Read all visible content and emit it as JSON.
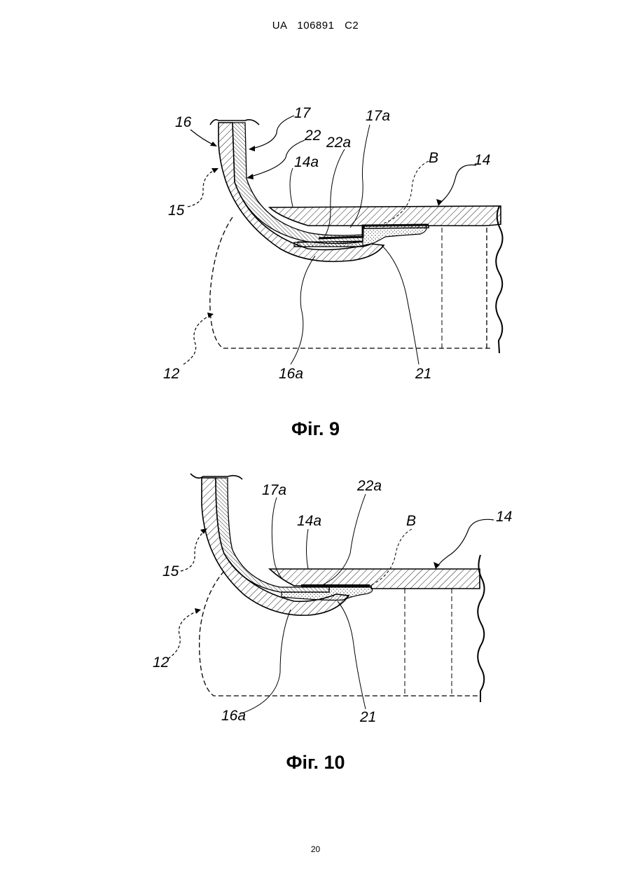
{
  "header": {
    "text": "UA   106891   C2"
  },
  "figures": [
    {
      "caption": "Фіг. 9",
      "labels": {
        "l16": "16",
        "l17": "17",
        "l22": "22",
        "l22a": "22a",
        "l17a": "17a",
        "l14a": "14a",
        "lB": "B",
        "l14": "14",
        "l15": "15",
        "l12": "12",
        "l16a": "16a",
        "l21": "21"
      }
    },
    {
      "caption": "Фіг. 10",
      "labels": {
        "l17a": "17a",
        "l22a": "22a",
        "l14a": "14a",
        "lB": "B",
        "l14": "14",
        "l15": "15",
        "l12": "12",
        "l16a": "16a",
        "l21": "21"
      }
    }
  ],
  "footer": {
    "page_number": "20"
  }
}
